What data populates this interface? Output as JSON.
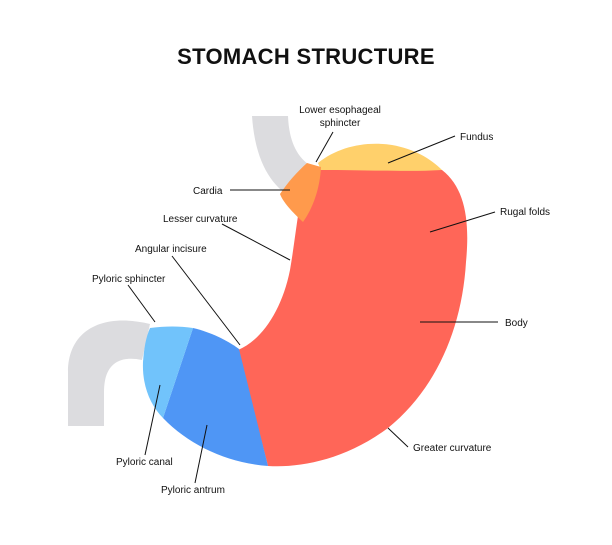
{
  "title": "STOMACH STRUCTURE",
  "labels": {
    "les_line1": "Lower esophageal",
    "les_line2": "sphincter",
    "fundus": "Fundus",
    "cardia": "Cardia",
    "lesser_curvature": "Lesser curvature",
    "rugal_folds": "Rugal folds",
    "angular_incisure": "Angular incisure",
    "pyloric_sphincter": "Pyloric sphincter",
    "body": "Body",
    "pyloric_canal": "Pyloric canal",
    "greater_curvature": "Greater curvature",
    "pyloric_antrum": "Pyloric antrum"
  },
  "colors": {
    "esophagus": "#dcdcdf",
    "duodenum": "#dcdcdf",
    "fundus": "#ffd06b",
    "cardia": "#ff9a4c",
    "body": "#ff6658",
    "antrum": "#4f96f5",
    "pyloric_canal": "#71c3fb"
  }
}
